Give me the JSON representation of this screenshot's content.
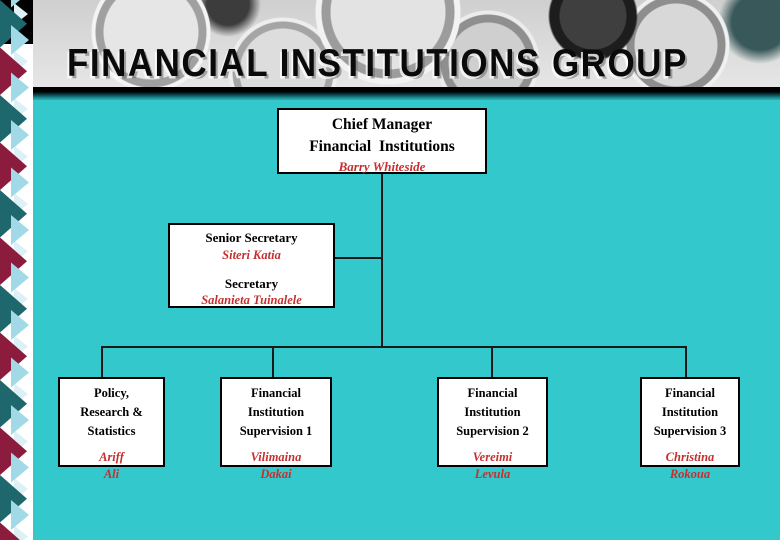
{
  "slide": {
    "title": "FINANCIAL INSTITUTIONS GROUP"
  },
  "colors": {
    "background": "#33C9CC",
    "sidebar_white": "#FFFFFF",
    "sidebar_black": "#000000",
    "sidebar_teal": "#1E676D",
    "sidebar_maroon": "#8B1C3E",
    "sidebar_light_blue": "#A2D9E7",
    "sidebar_pale_blue": "#DCF0F6",
    "name_red": "#C5302F",
    "box_border": "#000000",
    "connector": "#1A1A1A",
    "header_bar_top": "#000000",
    "header_bar_bottom": "#29B5B9"
  },
  "org_chart": {
    "root": {
      "title_line1": "Chief Manager",
      "title_line2": "Financial  Institutions",
      "name": "Barry Whiteside"
    },
    "secretariat": {
      "entries": [
        {
          "role": "Senior Secretary",
          "name": "Siteri Katia"
        },
        {
          "role": "Secretary",
          "name": "Salanieta Tuinalele"
        }
      ]
    },
    "departments": [
      {
        "line1": "Policy,",
        "line2": "Research &",
        "line3": "Statistics",
        "name1": "Ariff",
        "name2": "Ali"
      },
      {
        "line1": "Financial",
        "line2": "Institution",
        "line3": "Supervision 1",
        "name1": "Vilimaina",
        "name2": "Dakai"
      },
      {
        "line1": "Financial",
        "line2": "Institution",
        "line3": "Supervision 2",
        "name1": "Vereimi",
        "name2": "Levula"
      },
      {
        "line1": "Financial",
        "line2": "Institution",
        "line3": "Supervision 3",
        "name1": "Christina",
        "name2": "Rokoua"
      }
    ]
  }
}
